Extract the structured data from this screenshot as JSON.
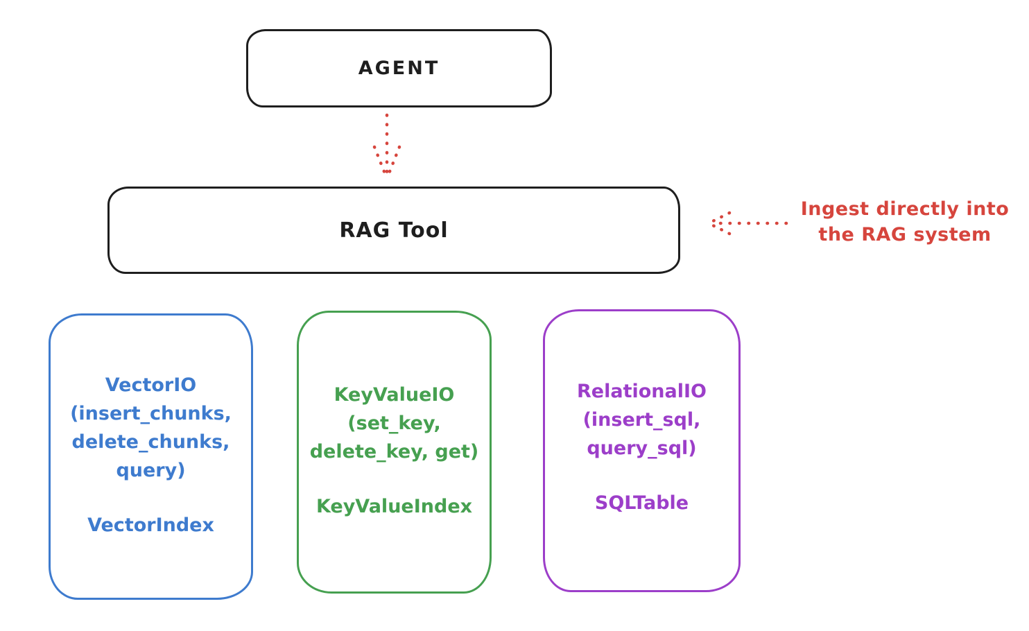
{
  "colors": {
    "ink": "#1e1e1e",
    "red": "#d6453d",
    "blue": "#3e7bce",
    "green": "#46a050",
    "purple": "#9c3ec9"
  },
  "nodes": {
    "agent": {
      "label": "AGENT"
    },
    "rag_tool": {
      "label": "RAG Tool"
    }
  },
  "annotation": {
    "line1": "Ingest directly into",
    "line2": "the RAG system"
  },
  "backends": [
    {
      "name": "VectorIO",
      "color": "#3e7bce",
      "lines": [
        "VectorIO",
        "(insert_chunks,",
        "delete_chunks,",
        "query)"
      ],
      "index": "VectorIndex"
    },
    {
      "name": "KeyValueIO",
      "color": "#46a050",
      "lines": [
        "KeyValueIO",
        "(set_key,",
        "delete_key, get)"
      ],
      "index": "KeyValueIndex"
    },
    {
      "name": "RelationalIO",
      "color": "#9c3ec9",
      "lines": [
        "RelationalIO",
        "(insert_sql,",
        "query_sql)"
      ],
      "index": "SQLTable"
    }
  ]
}
